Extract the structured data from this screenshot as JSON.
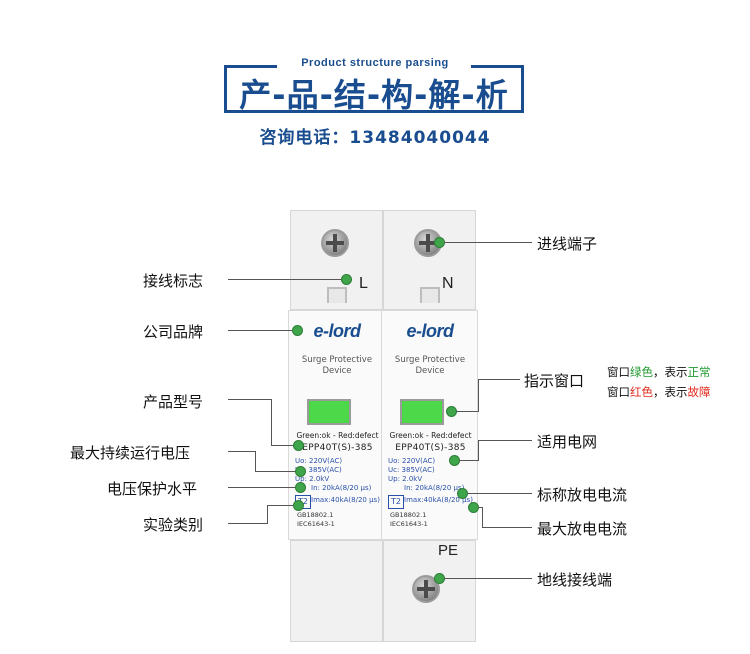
{
  "header": {
    "subtitle": "Product structure parsing",
    "title": "产-品-结-构-解-析",
    "phone": "咨询电话：13484040044"
  },
  "device": {
    "brand": "e-lord",
    "product_line1": "Surge Protective",
    "product_line2": "Device",
    "indicator": "Green:ok - Red:defect",
    "model": "EPP40T(S)-385",
    "specs": [
      "Uo: 220V(AC)",
      "Uc: 385V(AC)",
      "Up: 2.0kV",
      "In: 20kA(8/20 μs)",
      "Imax:40kA(8/20 μs)"
    ],
    "test_class": "T2",
    "standards": [
      "GB18802.1",
      "IEC61643-1"
    ],
    "left_terminal": "L",
    "right_terminal": "N",
    "ground_terminal": "PE",
    "indicator_color": "#4dd84a"
  },
  "callouts": {
    "left": [
      "接线标志",
      "公司品牌",
      "产品型号",
      "最大持续运行电压",
      "电压保护水平",
      "实验类别"
    ],
    "right": [
      "进线端子",
      "指示窗口",
      "适用电网",
      "标称放电电流",
      "最大放电电流",
      "地线接线端"
    ]
  },
  "legend": {
    "green_line": [
      "窗口",
      "绿色",
      "，表示",
      "正常"
    ],
    "red_line": [
      "窗口",
      "红色",
      "，表示",
      "故障"
    ]
  },
  "colors": {
    "brand_blue": "#1a4d8f",
    "ok_green": "#1f9a2e",
    "fault_red": "#e0281b",
    "dot_green": "#3fa54a"
  }
}
